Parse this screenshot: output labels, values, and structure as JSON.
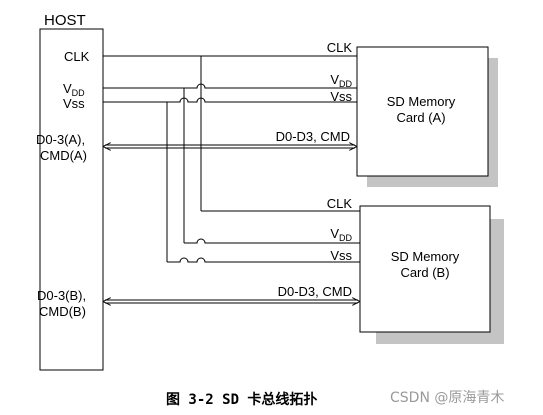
{
  "host": {
    "title": "HOST",
    "clk": "CLK",
    "vdd_main": "V",
    "vdd_sub": "DD",
    "vss": "Vss",
    "bus_a_line1": "D0-3(A),",
    "bus_a_line2": "CMD(A)",
    "bus_b_line1": "D0-3(B),",
    "bus_b_line2": "CMD(B)"
  },
  "card_a": {
    "name_line1": "SD Memory",
    "name_line2": "Card (A)",
    "clk": "CLK",
    "vdd_main": "V",
    "vdd_sub": "DD",
    "vss": "Vss",
    "bus": "D0-D3, CMD"
  },
  "card_b": {
    "name_line1": "SD Memory",
    "name_line2": "Card (B)",
    "clk": "CLK",
    "vdd_main": "V",
    "vdd_sub": "DD",
    "vss": "Vss",
    "bus": "D0-D3, CMD"
  },
  "caption": "图 3-2 SD 卡总线拓扑",
  "watermark": "CSDN @原海青木"
}
